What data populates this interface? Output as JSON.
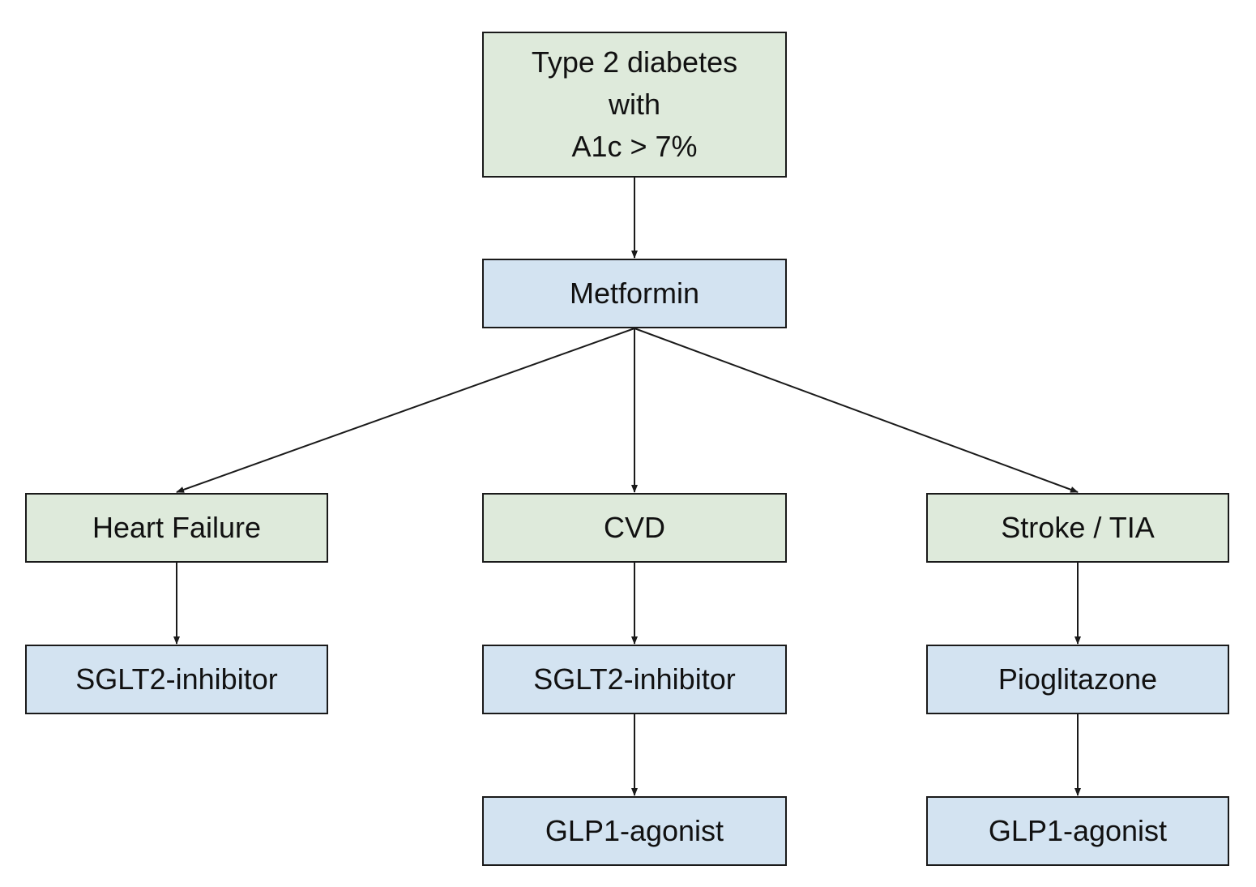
{
  "colors": {
    "condition_fill": "#deeadb",
    "drug_fill": "#d3e3f1",
    "stroke": "#1a1a1a"
  },
  "nodes": {
    "root": {
      "lines": [
        "Type 2 diabetes",
        "with",
        "A1c > 7%"
      ]
    },
    "metformin": {
      "label": "Metformin"
    },
    "heart_failure": {
      "label": "Heart Failure"
    },
    "cvd": {
      "label": "CVD"
    },
    "stroke_tia": {
      "label": "Stroke / TIA"
    },
    "hf_sglt2": {
      "label": "SGLT2-inhibitor"
    },
    "cvd_sglt2": {
      "label": "SGLT2-inhibitor"
    },
    "stroke_pioglitazone": {
      "label": "Pioglitazone"
    },
    "cvd_glp1": {
      "label": "GLP1-agonist"
    },
    "stroke_glp1": {
      "label": "GLP1-agonist"
    }
  },
  "edges": [
    {
      "from": "root",
      "to": "metformin"
    },
    {
      "from": "metformin",
      "to": "heart_failure"
    },
    {
      "from": "metformin",
      "to": "cvd"
    },
    {
      "from": "metformin",
      "to": "stroke_tia"
    },
    {
      "from": "heart_failure",
      "to": "hf_sglt2"
    },
    {
      "from": "cvd",
      "to": "cvd_sglt2"
    },
    {
      "from": "cvd_sglt2",
      "to": "cvd_glp1"
    },
    {
      "from": "stroke_tia",
      "to": "stroke_pioglitazone"
    },
    {
      "from": "stroke_pioglitazone",
      "to": "stroke_glp1"
    }
  ]
}
